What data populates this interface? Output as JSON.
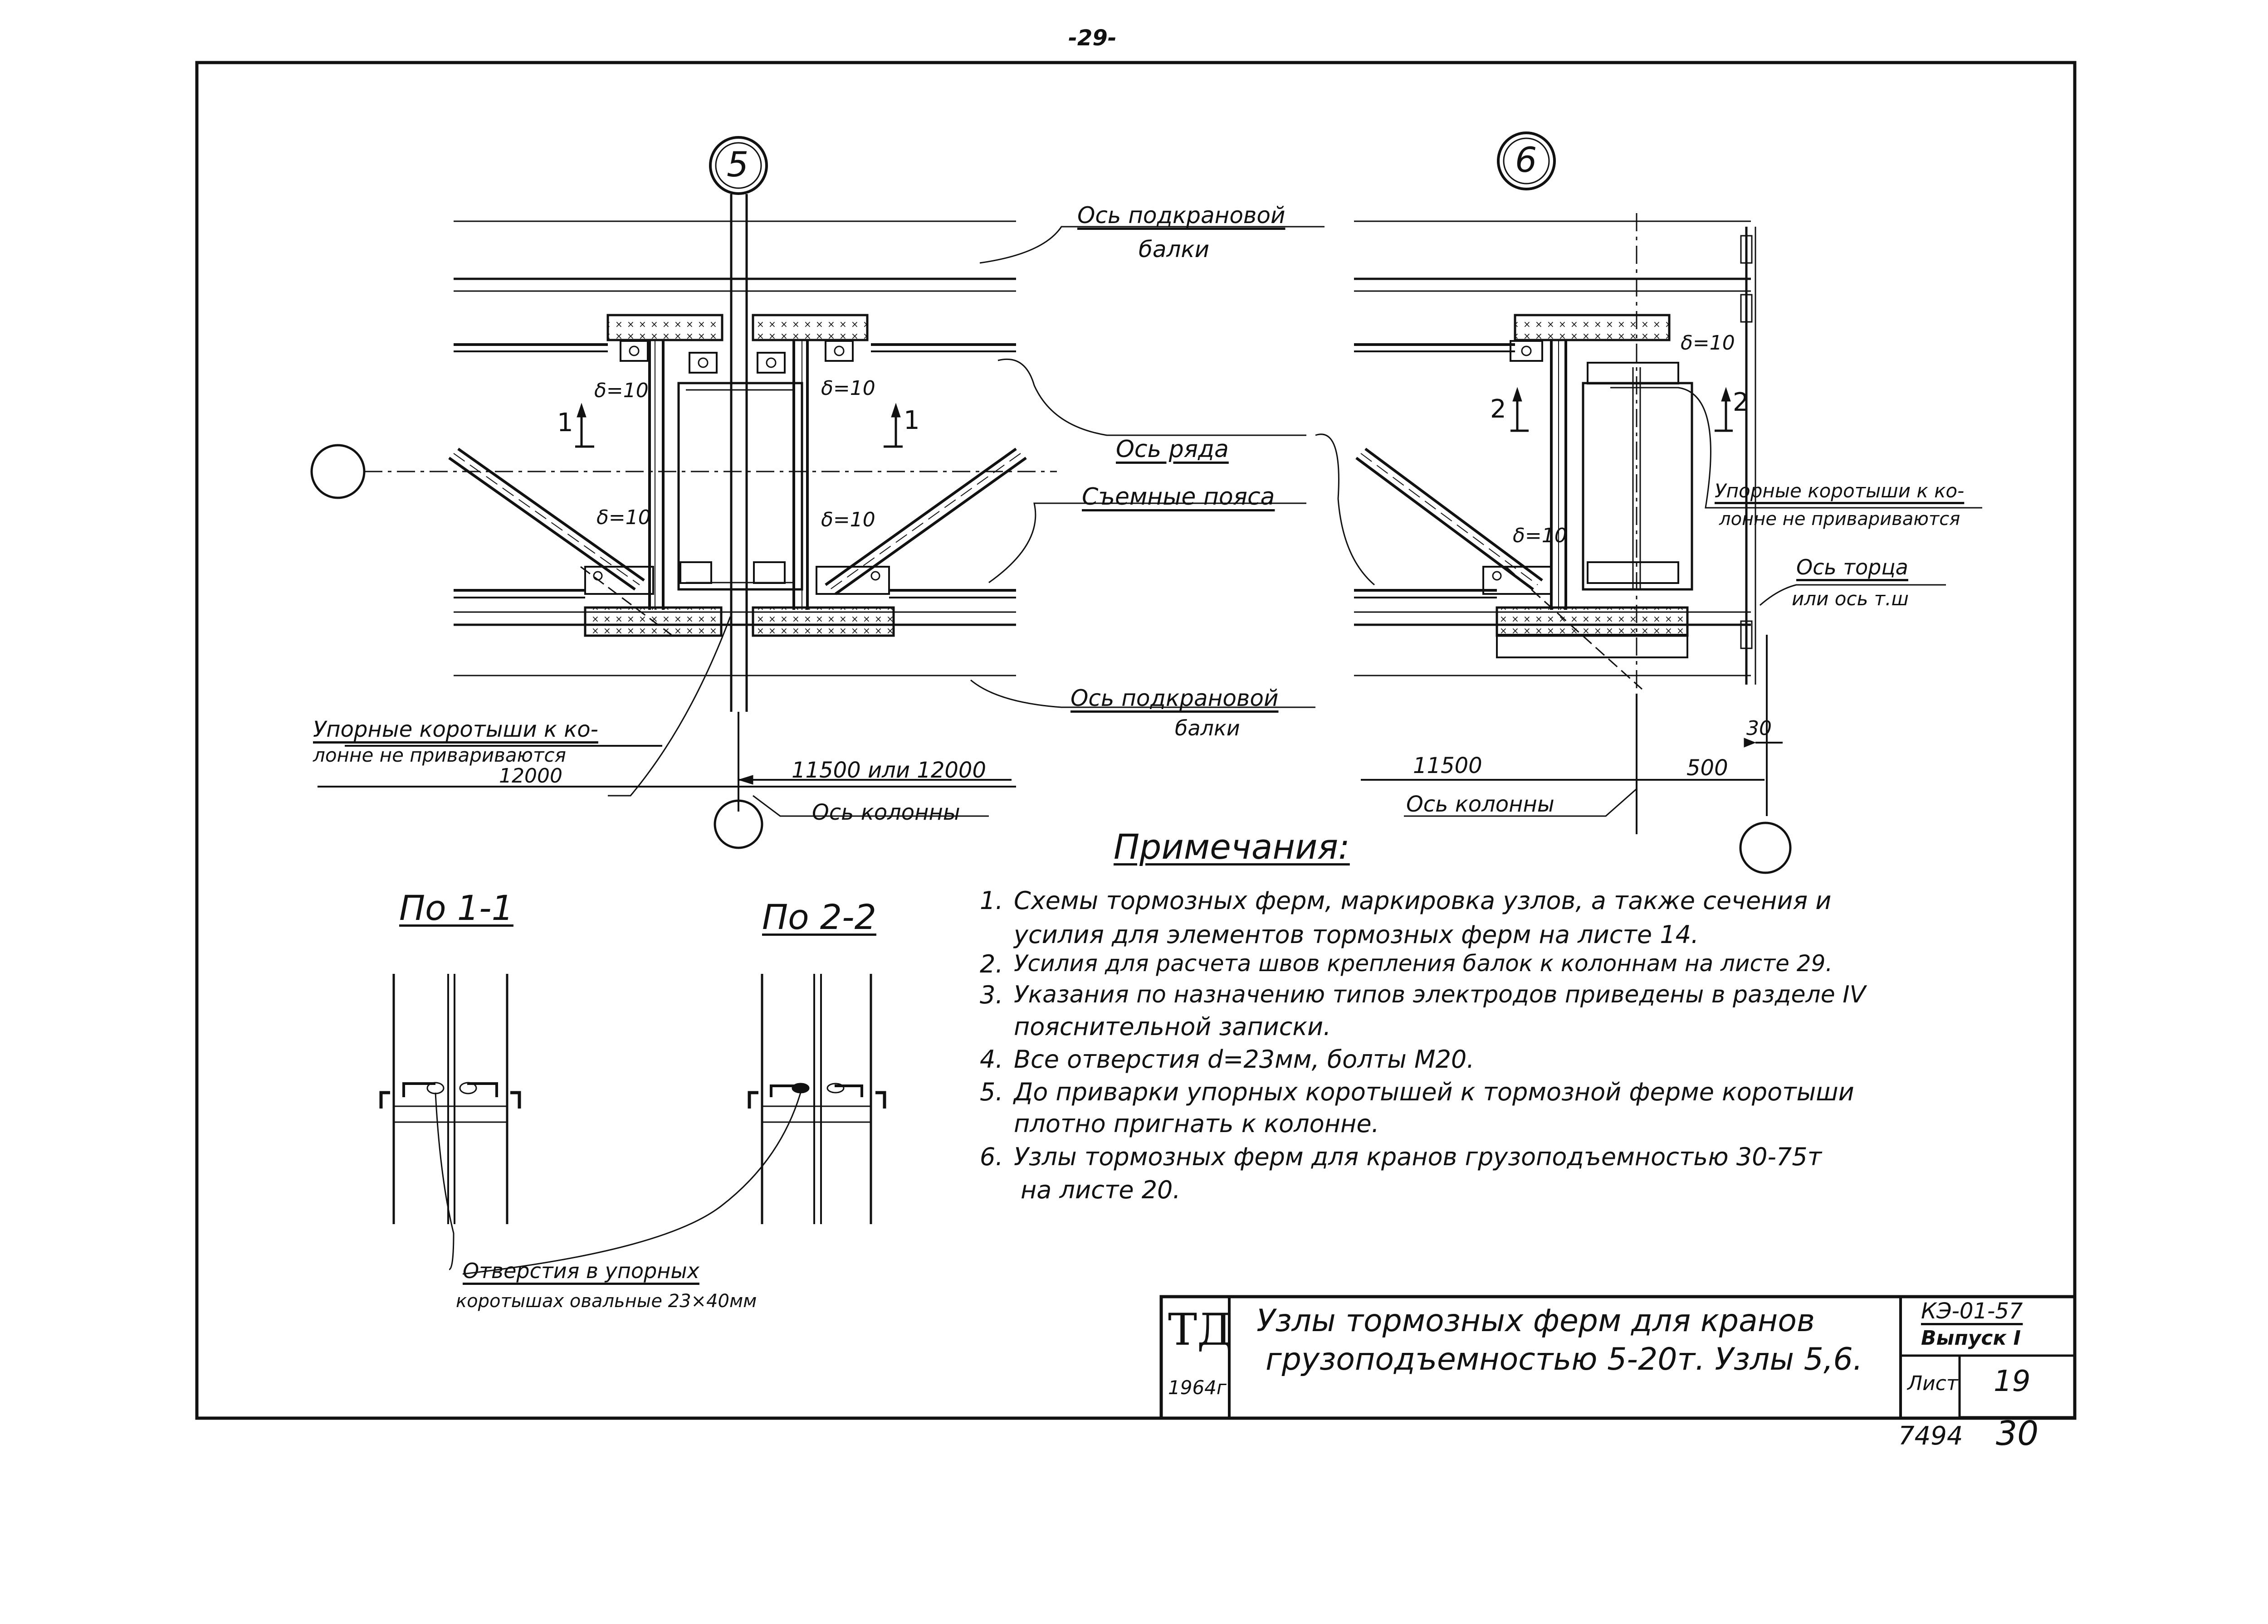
{
  "page_number": "-29-",
  "nodes": {
    "left": "5",
    "right": "6"
  },
  "labels": {
    "crane_beam_axis_top_1": "Ось подкрановой",
    "crane_beam_axis_top_2": "балки",
    "crane_beam_axis_bottom_1": "Ось подкрановой",
    "crane_beam_axis_bottom_2": "балки",
    "row_axis": "Ось ряда",
    "removable_chords": "Съемные пояса",
    "thickness_1": "δ=10",
    "thickness_2": "δ=10",
    "thickness_3": "δ=10",
    "thickness_4": "δ=10",
    "thickness_5": "δ=10",
    "thickness_6": "δ=10",
    "section_1_left": "1",
    "section_1_right": "1",
    "section_2_left": "2",
    "section_2_right": "2",
    "stops_left_1": "Упорные коротыши к ко-",
    "stops_left_2": "лонне не привариваются",
    "stops_right_1": "Упорные коротыши к ко-",
    "stops_right_2": "лонне не привариваются",
    "end_axis_1": "Ось торца",
    "end_axis_2": "или ось т.ш",
    "dim_left_12000": "12000",
    "dim_span_left": "11500 или 12000",
    "dim_span_right": "11500",
    "dim_500": "500",
    "dim_30": "30",
    "column_axis_left": "Ось колонны",
    "column_axis_right": "Ось колонны"
  },
  "sections": {
    "s1_title": "По 1-1",
    "s2_title": "По 2-2",
    "holes_1": "Отверстия в упорных",
    "holes_2": "коротышах овальные 23×40мм"
  },
  "notes": {
    "title": "Примечания:",
    "n1_num": "1.",
    "n1_a": "Схемы тормозных ферм, маркировка узлов, а также сечения и",
    "n1_b": "усилия для элементов тормозных ферм на листе 14.",
    "n2_num": "2.",
    "n2_a": "Усилия для расчета швов крепления балок к колоннам на листе 29.",
    "n3_num": "3.",
    "n3_a": "Указания по назначению типов электродов приведены в разделе IV",
    "n3_b": "пояснительной записки.",
    "n4_num": "4.",
    "n4_a": "Все отверстия d=23мм, болты М20.",
    "n5_num": "5.",
    "n5_a": "До приварки упорных коротышей к тормозной ферме коротыши",
    "n5_b": "плотно пригнать к колонне.",
    "n6_num": "6.",
    "n6_a": "Узлы тормозных ферм для кранов грузоподъемностью 30-75т",
    "n6_b": "на листе 20."
  },
  "title_block": {
    "logo": "ТД",
    "year": "1964г",
    "title_1": "Узлы тормозных ферм для кранов",
    "title_2": "грузоподъемностью 5-20т. Узлы 5,6.",
    "code": "КЭ-01-57",
    "issue": "Выпуск I",
    "sheet_label": "Лист",
    "sheet_number": "19"
  },
  "footer": {
    "archive_number": "7494",
    "page": "30"
  }
}
